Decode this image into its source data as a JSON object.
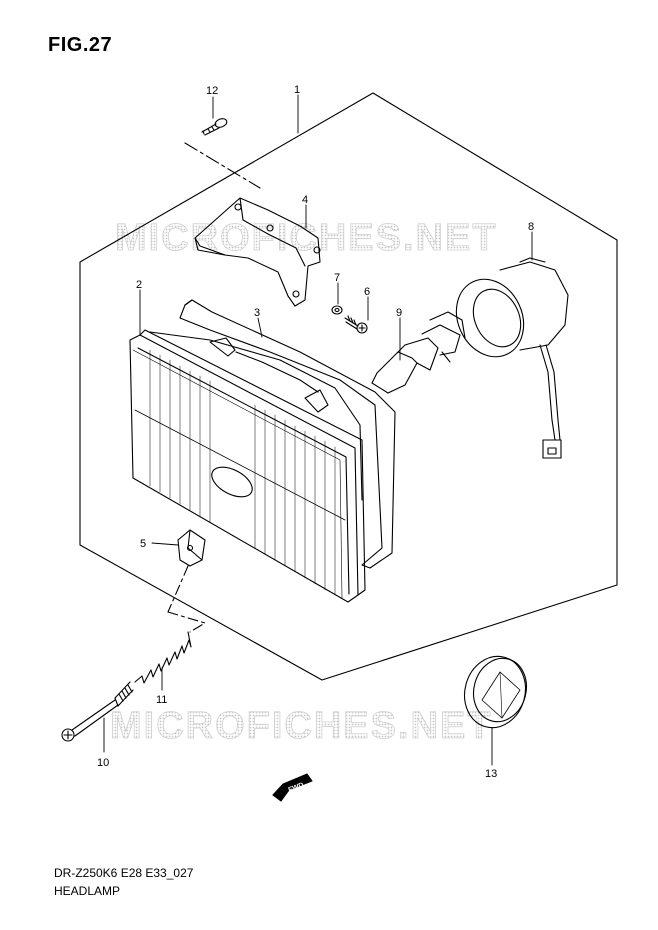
{
  "figure": {
    "title": "FIG.27"
  },
  "footer": {
    "model_code": "DR-Z250K6 E28 E33_027",
    "part_name": "HEADLAMP"
  },
  "watermark": {
    "text": "MICROFICHES.NET"
  },
  "fwd_arrow": {
    "label": "FWD"
  },
  "callouts": [
    "1",
    "2",
    "3",
    "4",
    "5",
    "6",
    "7",
    "8",
    "9",
    "10",
    "11",
    "12",
    "13"
  ],
  "colors": {
    "line": "#000000",
    "watermark": "#cfcfcf",
    "background": "#ffffff"
  }
}
